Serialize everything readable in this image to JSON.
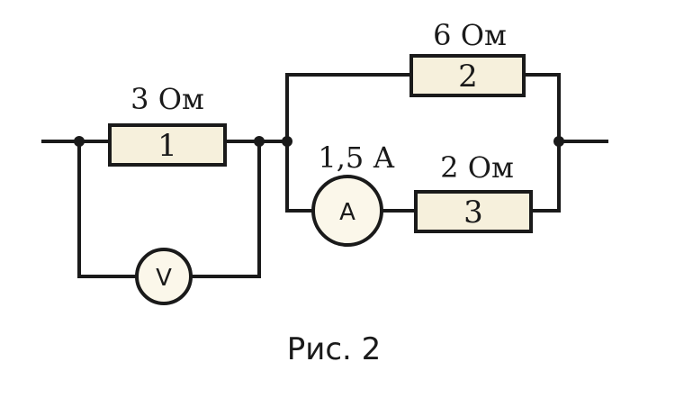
{
  "resistors": [
    {
      "number": "1",
      "resistance": "3 Ом"
    },
    {
      "number": "2",
      "resistance": "6 Ом"
    },
    {
      "number": "3",
      "resistance": "2 Ом"
    }
  ],
  "ammeter": {
    "symbol": "A",
    "reading": "1,5 А"
  },
  "voltmeter": {
    "symbol": "V"
  },
  "caption": "Рис. 2"
}
